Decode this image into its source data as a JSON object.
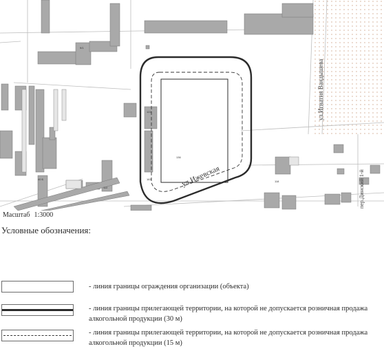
{
  "map": {
    "streets": {
      "izhevskaya": "ул.Ижевская",
      "ignatiya": "ул.Игнатия Вандышева",
      "dinamo": "пер.Динский 1-й"
    },
    "building_numbers": [
      "9/1",
      "122",
      "112",
      "163",
      "118",
      "40 Б",
      "136"
    ],
    "colors": {
      "building": "#a9a9a9",
      "outline": "#2b2b2b",
      "dots": "#cfa58b"
    }
  },
  "scale": {
    "label": "Масштаб",
    "value": "1:3000"
  },
  "legend": {
    "title": "Условные обозначения:",
    "items": [
      {
        "text": "- линия границы ограждения организации (объекта)"
      },
      {
        "text": "- линия границы прилегающей территории, на которой не допускается розничная продажа алкогольной продукции (30 м)"
      },
      {
        "text": "- линия границы прилегающей территории, на которой не допускается розничная продажа алкогольной продукции (15 м)"
      }
    ]
  }
}
